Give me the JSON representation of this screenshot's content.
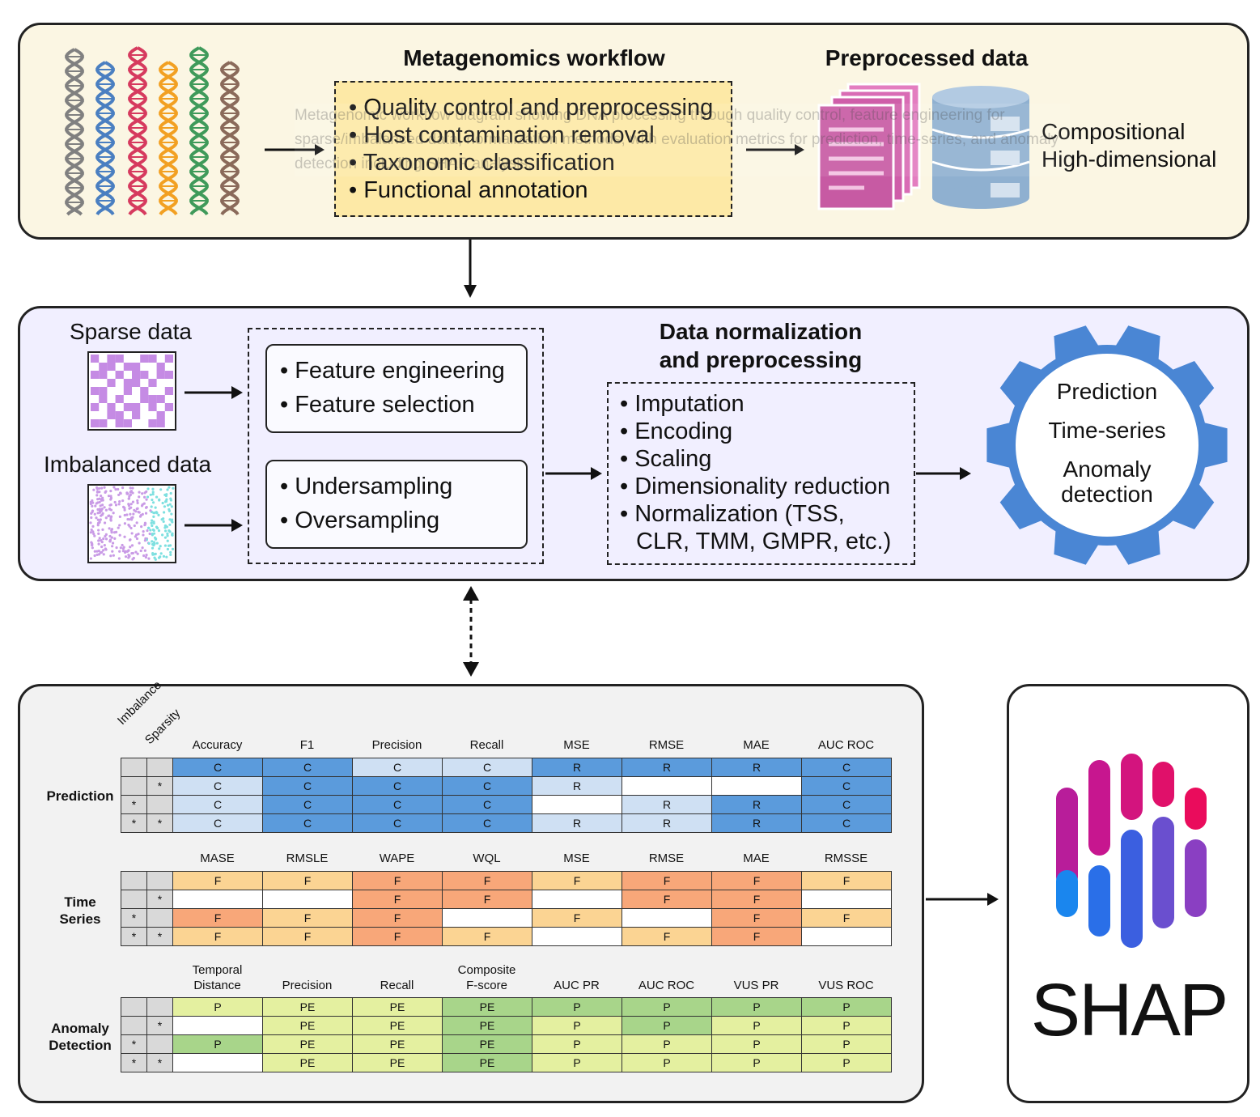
{
  "top": {
    "workflow_title": "Metagenomics workflow",
    "workflow_items": [
      "Quality control and preprocessing",
      "Host contamination removal",
      "Taxonomic classification",
      "Functional annotation"
    ],
    "preprocessed_title": "Preprocessed data",
    "data_props": [
      "Compositional",
      "High-dimensional"
    ],
    "overlay_text": "Metagenomic workflow diagram showing DNA processing through quality control, feature engineering for sparse/imbalanced data, normalization methods, with evaluation metrics for prediction, time-series, and anomaly detection including SHAP analysis.",
    "dna_colors": [
      "#808080",
      "#4a7fc1",
      "#d63a5e",
      "#f2a022",
      "#3f9a5a",
      "#8a6a5a"
    ]
  },
  "middle": {
    "sparse_label": "Sparse data",
    "imbalanced_label": "Imbalanced data",
    "box1_items": [
      "Feature engineering",
      "Feature selection"
    ],
    "box2_items": [
      "Undersampling",
      "Oversampling"
    ],
    "norm_title_line1": "Data normalization",
    "norm_title_line2": "and preprocessing",
    "norm_items": [
      "Imputation",
      "Encoding",
      "Scaling",
      "Dimensionality reduction",
      "Normalization (TSS,"
    ],
    "norm_items_cont": "CLR, TMM, GMPR, etc.)",
    "gear_items": [
      "Prediction",
      "Time-series",
      "Anomaly",
      "detection"
    ],
    "gear_color": "#4a86d4"
  },
  "bottom": {
    "flag_headers": [
      "Imbalance",
      "Sparsity"
    ],
    "flag_mark": "*",
    "prediction": {
      "label": "Prediction",
      "headers": [
        "Accuracy",
        "F1",
        "Precision",
        "Recall",
        "MSE",
        "RMSE",
        "MAE",
        "AUC ROC"
      ],
      "rows": [
        {
          "imb": "",
          "spa": "",
          "cells": [
            "C",
            "C",
            "C",
            "C",
            "R",
            "R",
            "R",
            "C"
          ],
          "shade": [
            "m",
            "m",
            "l",
            "l",
            "m",
            "m",
            "m",
            "m"
          ]
        },
        {
          "imb": "",
          "spa": "*",
          "cells": [
            "C",
            "C",
            "C",
            "C",
            "R",
            "",
            "",
            "C"
          ],
          "shade": [
            "l",
            "m",
            "m",
            "m",
            "l",
            "w",
            "w",
            "m"
          ]
        },
        {
          "imb": "*",
          "spa": "",
          "cells": [
            "C",
            "C",
            "C",
            "C",
            "",
            "R",
            "R",
            "C"
          ],
          "shade": [
            "l",
            "m",
            "m",
            "m",
            "w",
            "l",
            "m",
            "m"
          ]
        },
        {
          "imb": "*",
          "spa": "*",
          "cells": [
            "C",
            "C",
            "C",
            "C",
            "R",
            "R",
            "R",
            "C"
          ],
          "shade": [
            "l",
            "m",
            "m",
            "m",
            "l",
            "l",
            "m",
            "m"
          ]
        }
      ]
    },
    "timeseries": {
      "label_line1": "Time",
      "label_line2": "Series",
      "headers": [
        "MASE",
        "RMSLE",
        "WAPE",
        "WQL",
        "MSE",
        "RMSE",
        "MAE",
        "RMSSE"
      ],
      "rows": [
        {
          "imb": "",
          "spa": "",
          "cells": [
            "F",
            "F",
            "F",
            "F",
            "F",
            "F",
            "F",
            "F"
          ],
          "shade": [
            "l",
            "l",
            "m",
            "m",
            "l",
            "m",
            "m",
            "l"
          ]
        },
        {
          "imb": "",
          "spa": "*",
          "cells": [
            "",
            "",
            "F",
            "F",
            "",
            "F",
            "F",
            ""
          ],
          "shade": [
            "w",
            "w",
            "m",
            "m",
            "w",
            "m",
            "m",
            "w"
          ]
        },
        {
          "imb": "*",
          "spa": "",
          "cells": [
            "F",
            "F",
            "F",
            "",
            "F",
            "",
            "F",
            "F"
          ],
          "shade": [
            "m",
            "l",
            "m",
            "w",
            "l",
            "w",
            "m",
            "l"
          ]
        },
        {
          "imb": "*",
          "spa": "*",
          "cells": [
            "F",
            "F",
            "F",
            "F",
            "",
            "F",
            "F",
            ""
          ],
          "shade": [
            "l",
            "l",
            "m",
            "l",
            "w",
            "l",
            "m",
            "w"
          ]
        }
      ]
    },
    "anomaly": {
      "label_line1": "Anomaly",
      "label_line2": "Detection",
      "headers": [
        [
          "Temporal",
          "Distance"
        ],
        [
          "",
          "Precision"
        ],
        [
          "",
          "Recall"
        ],
        [
          "Composite",
          "F-score"
        ],
        [
          "",
          "AUC PR"
        ],
        [
          "",
          "AUC ROC"
        ],
        [
          "",
          "VUS PR"
        ],
        [
          "",
          "VUS ROC"
        ]
      ],
      "rows": [
        {
          "imb": "",
          "spa": "",
          "cells": [
            "P",
            "PE",
            "PE",
            "PE",
            "P",
            "P",
            "P",
            "P"
          ],
          "shade": [
            "l",
            "l",
            "l",
            "m",
            "m",
            "m",
            "m",
            "m"
          ]
        },
        {
          "imb": "",
          "spa": "*",
          "cells": [
            "",
            "PE",
            "PE",
            "PE",
            "P",
            "P",
            "P",
            "P"
          ],
          "shade": [
            "w",
            "l",
            "l",
            "m",
            "l",
            "m",
            "l",
            "l"
          ]
        },
        {
          "imb": "*",
          "spa": "",
          "cells": [
            "P",
            "PE",
            "PE",
            "PE",
            "P",
            "P",
            "P",
            "P"
          ],
          "shade": [
            "m",
            "l",
            "l",
            "m",
            "l",
            "l",
            "l",
            "l"
          ]
        },
        {
          "imb": "*",
          "spa": "*",
          "cells": [
            "",
            "PE",
            "PE",
            "PE",
            "P",
            "P",
            "P",
            "P"
          ],
          "shade": [
            "w",
            "l",
            "l",
            "m",
            "l",
            "l",
            "l",
            "l"
          ]
        }
      ]
    },
    "palettes": {
      "prediction": {
        "m": "#5b9bdc",
        "l": "#cfe0f3",
        "w": "#ffffff"
      },
      "timeseries": {
        "m": "#f8a779",
        "l": "#fbd493",
        "w": "#ffffff"
      },
      "anomaly": {
        "m": "#a8d58a",
        "l": "#e4f0a0",
        "w": "#ffffff"
      }
    }
  },
  "shap": {
    "logo_text": "SHAP"
  }
}
